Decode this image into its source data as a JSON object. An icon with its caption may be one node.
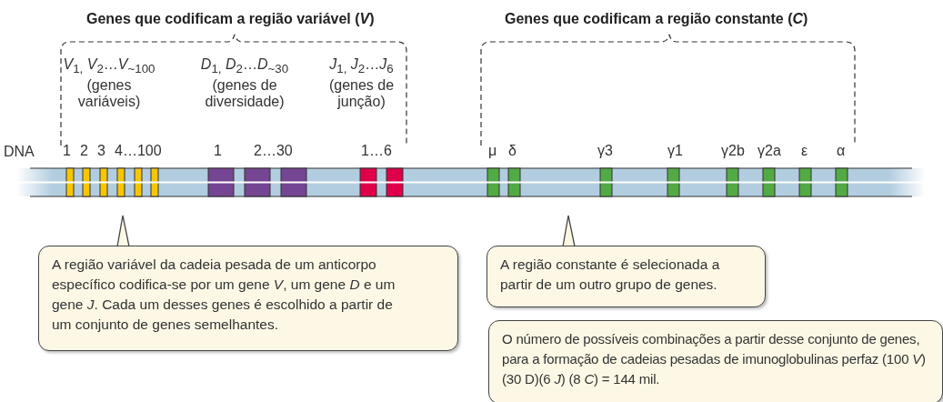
{
  "diagram": {
    "nodes": [
      {
        "text": [],
        "shape": "bar",
        "beside": [
          "DNA"
        ]
      },
      {
        "text": [
          "A região variável da cadeia pesada de um anticorpo específico codifica-se por um gene *V*, um gene *D* e um gene *J*. Cada um desses genes é escolhido a partir de um conjunto de genes semelhantes."
        ]
      },
      {
        "text": [
          "A região constante é selecionada a partir de um outro grupo de genes."
        ]
      },
      {
        "text": [
          "O número de possíveis combinações a partir desse conjunto de genes, para a formação de cadeias pesadas de imunoglobulinas perfaz (100 *V*)(30 D)(6 *J*) (8 *C*) = 144 mil."
        ]
      }
    ],
    "edges": [
      {
        "from": 1,
        "to": 0,
        "arrow": "none"
      },
      {
        "from": 2,
        "to": 0,
        "arrow": "none"
      }
    ],
    "labels": [
      "Genes que codificam a região variável (*V*)",
      "Genes que codificam a região constante (*C*)",
      "*V*$_{1,}$ *V*$_{2}$…*V*$_{~100}$ (genes variáveis)",
      "*D*$_{1,}$ *D*$_{2}$…*D*$_{~30}$ (genes de diversidade)",
      "*J*$_{1,}$ *J*$_{2}$…*J*$_{6}$ (genes de junção)",
      "1",
      "2",
      "3",
      "4…100",
      "1",
      "2…30",
      "1…6",
      "μ",
      "δ",
      "γ3",
      "γ1",
      "γ2b",
      "γ2a",
      "ε",
      "α"
    ]
  }
}
